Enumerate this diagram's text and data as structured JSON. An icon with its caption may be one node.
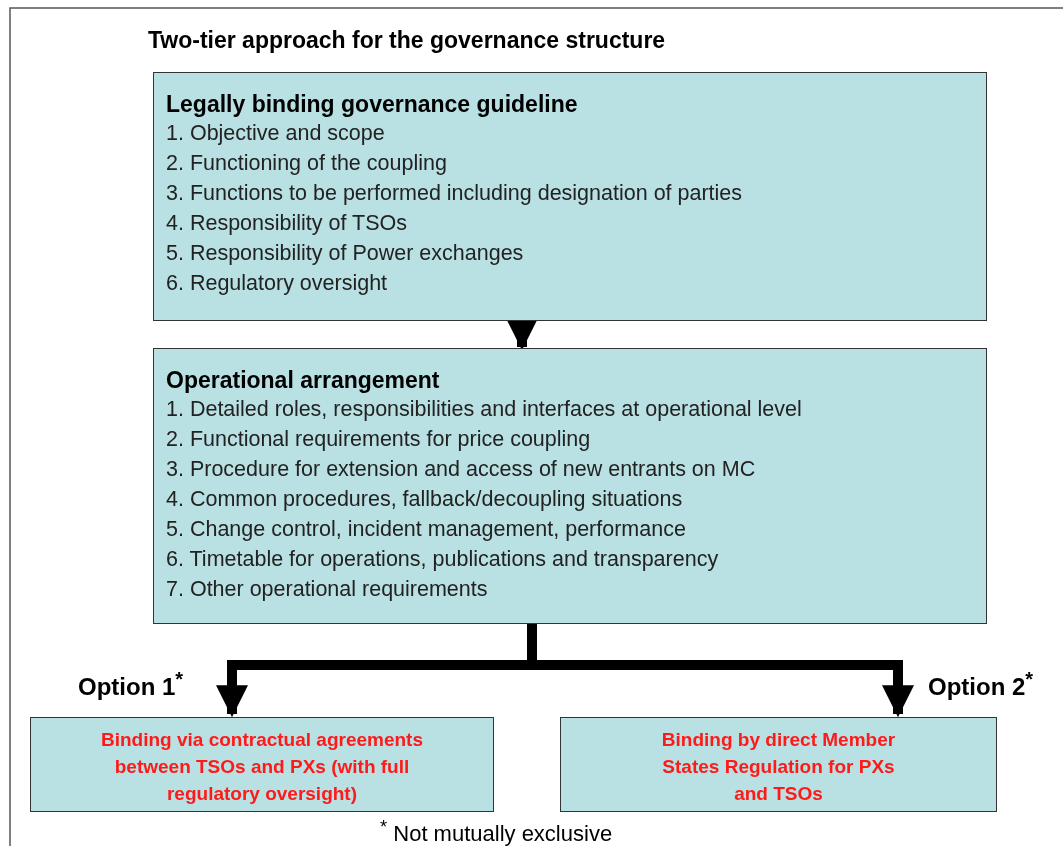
{
  "diagram": {
    "title": "Two-tier approach for the governance structure",
    "nodes": [
      {
        "text": [
          "Legally binding governance guideline",
          "1. Objective and scope",
          "2. Functioning of the coupling",
          "3. Functions to be performed including designation of parties",
          "4. Responsibility of TSOs",
          "5. Responsibility of Power exchanges",
          "6. Regulatory oversight"
        ]
      },
      {
        "text": [
          "Operational arrangement",
          "1. Detailed roles, responsibilities and interfaces at operational level",
          "2. Functional requirements for price coupling",
          "3. Procedure for extension and access of new entrants on MC",
          "4. Common procedures, fallback/decoupling situations",
          "5. Change control, incident management, performance",
          "6. Timetable for operations, publications and transparency",
          "7. Other operational requirements"
        ]
      },
      {
        "text": [
          "Binding via contractual agreements between TSOs and PXs (with full regulatory oversight)"
        ]
      },
      {
        "text": [
          "Binding by direct Member States Regulation for PXs and TSOs"
        ]
      }
    ],
    "edges": [
      {
        "from": 0,
        "to": 1,
        "arrow": "to"
      },
      {
        "from": 1,
        "to": 2,
        "arrow": "to",
        "label": "Option 1$^{*}$"
      },
      {
        "from": 1,
        "to": 3,
        "arrow": "to",
        "label": "Option 2$^{*}$"
      }
    ],
    "labels": [
      "$^{*}$ Not mutually exclusive"
    ]
  }
}
